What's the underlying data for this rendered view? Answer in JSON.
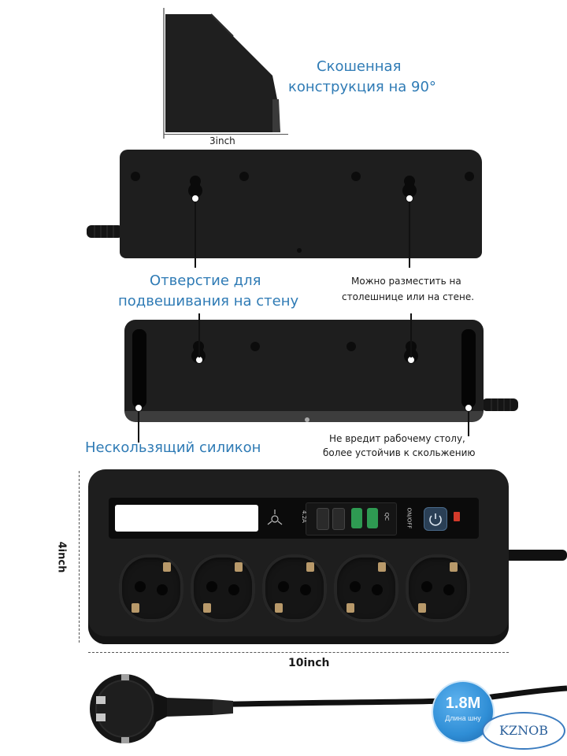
{
  "side_view": {
    "title_line1": "Скошенная",
    "title_line2": "конструкция на 90°",
    "width_label": "3inch"
  },
  "back_view": {
    "wall_mount_line1": "Отверстие для",
    "wall_mount_line2": "подвешивания на стену",
    "placement_line1": "Можно разместить на",
    "placement_line2": "столешнице или на стене."
  },
  "bottom_view": {
    "silicone_label": "Нескользящий силикон",
    "desk_line1": "Не вредит рабочему столу,",
    "desk_line2": "более устойчив к скольжению"
  },
  "front_view": {
    "height_label": "4inch",
    "width_label": "10inch",
    "usb_rating": "4.2A",
    "switch_label": "ON/OFF",
    "qc_label": "QC",
    "socket_count": 5
  },
  "cable_badge": {
    "length": "1.8M",
    "subtitle": "Длина шну"
  },
  "watermark": "KZNOB",
  "colors": {
    "accent_text": "#2f7bb5",
    "body": "#1e1e1e",
    "clip": "#b8996a",
    "usb_c": "#2a2a2a",
    "usb_a": "#2e9a52",
    "power_button": "#2a3f55",
    "badge_blue": "#2f8ed6"
  }
}
